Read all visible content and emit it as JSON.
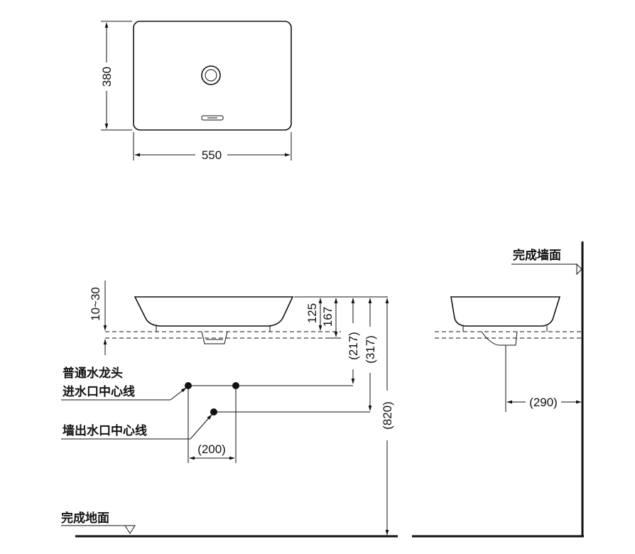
{
  "top_view": {
    "width_label": "550",
    "depth_label": "380"
  },
  "section_view": {
    "rim_range_label": "10~30",
    "bowl_height_label": "125",
    "height_167_label": "167",
    "faucet_inlet_label": "(217)",
    "wall_outlet_label": "(317)",
    "floor_height_label": "(820)",
    "spacing_label": "(200)",
    "faucet_note_line1": "普通水龙头",
    "faucet_note_line2": "进水口中心线",
    "wall_outlet_note": "墙出水口中心线",
    "floor_label": "完成地面"
  },
  "side_view": {
    "wall_label": "完成墙面",
    "wall_offset_label": "(290)"
  }
}
